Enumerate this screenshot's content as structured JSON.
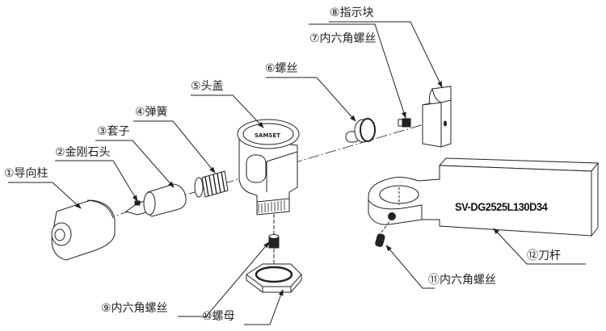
{
  "diagram": {
    "type": "exploded assembly drawing",
    "tool_code": "SV-DG2525L130D34",
    "parts": [
      {
        "num": "①",
        "name": "导向柱"
      },
      {
        "num": "②",
        "name": "金刚石头"
      },
      {
        "num": "③",
        "name": "套子"
      },
      {
        "num": "④",
        "name": "弹簧"
      },
      {
        "num": "⑤",
        "name": "头盖"
      },
      {
        "num": "⑥",
        "name": "螺丝"
      },
      {
        "num": "⑦",
        "name": "内六角螺丝"
      },
      {
        "num": "⑧",
        "name": "指示块"
      },
      {
        "num": "⑨",
        "name": "内六角螺丝"
      },
      {
        "num": "⑩",
        "name": "螺母"
      },
      {
        "num": "⑪",
        "name": "内六角螺丝"
      },
      {
        "num": "⑫",
        "name": "刀杆"
      }
    ]
  },
  "labels": {
    "p1": "①导向柱",
    "p2": "②金刚石头",
    "p3": "③套子",
    "p4": "④弹簧",
    "p5": "⑤头盖",
    "p6": "⑥螺丝",
    "p7": "⑦内六角螺丝",
    "p8": "⑧指示块",
    "p9": "⑨内六角螺丝",
    "p10": "⑩螺母",
    "p11": "⑪内六角螺丝",
    "p12": "⑫刀杆"
  },
  "colors": {
    "line": "#222222",
    "background": "#ffffff"
  }
}
